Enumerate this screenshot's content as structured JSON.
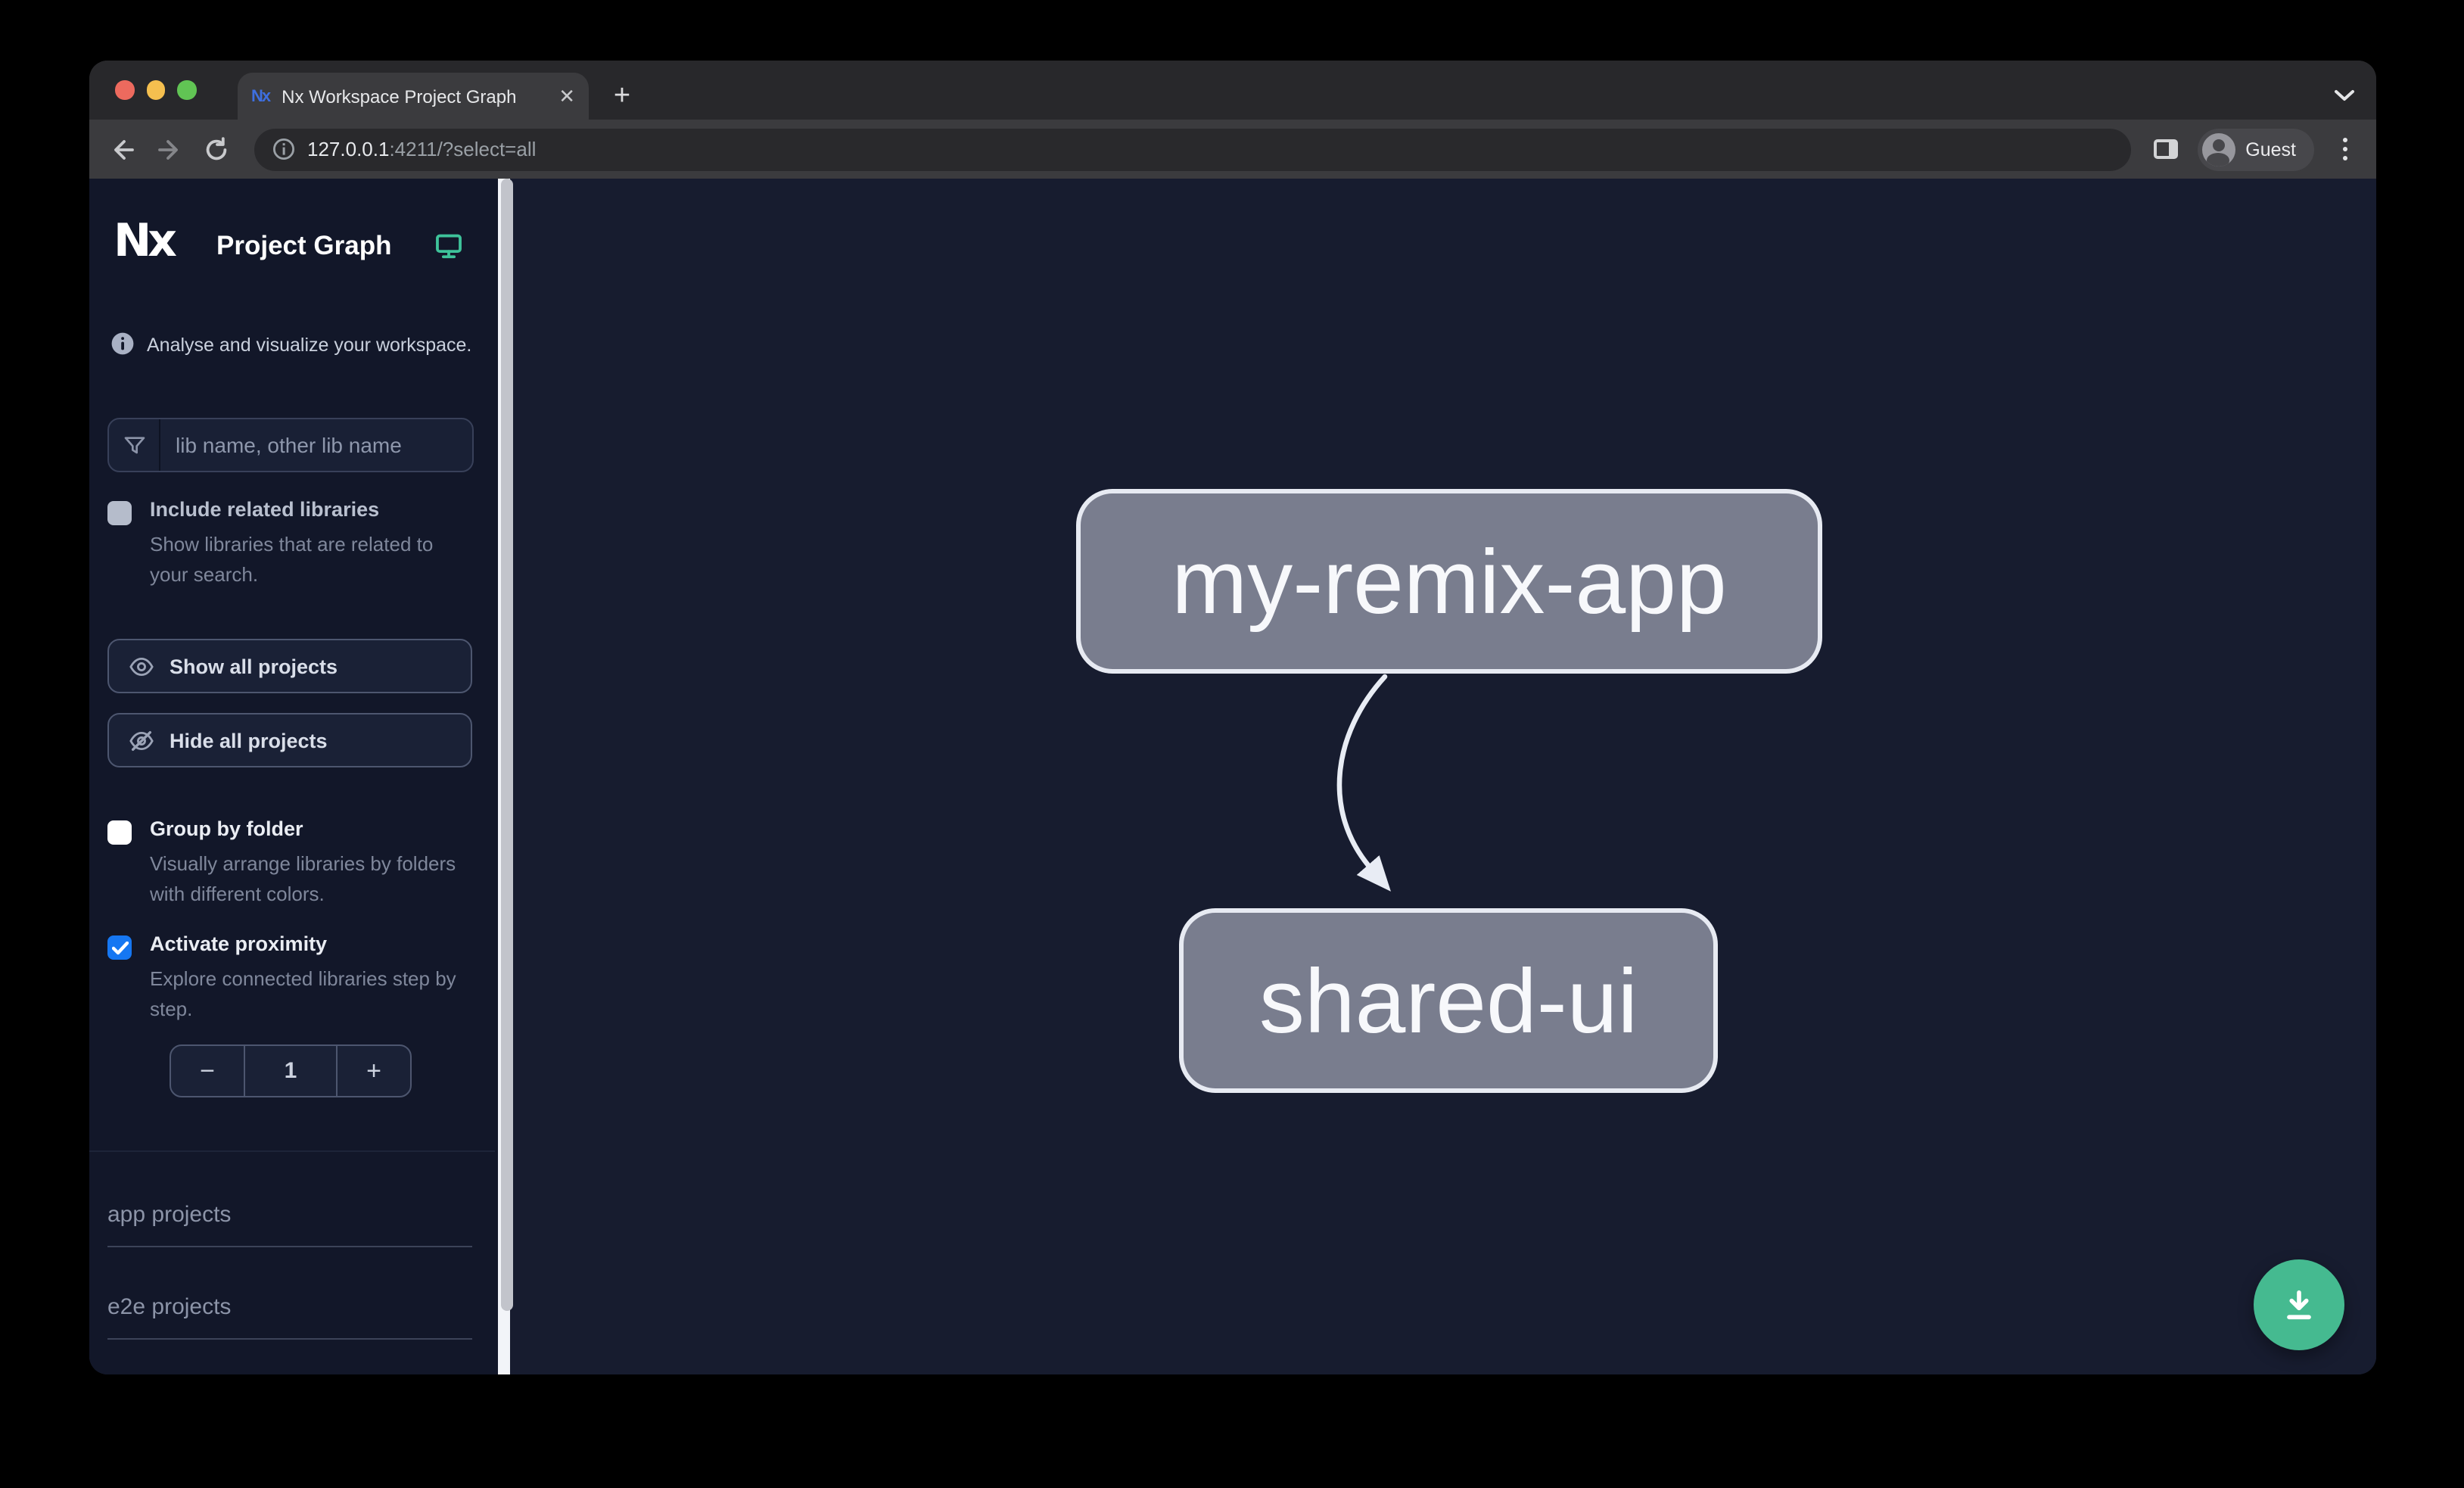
{
  "browser": {
    "tab_title": "Nx Workspace Project Graph",
    "favicon_text": "Nx",
    "url": {
      "host": "127.0.0.1",
      "suffix": ":4211/?select=all"
    },
    "profile_label": "Guest",
    "glyphs": {
      "close_tab": "✕",
      "new_tab": "+"
    }
  },
  "sidebar": {
    "app_title": "Project Graph",
    "logo_text": "Nx",
    "tagline": "Analyse and visualize your workspace.",
    "filter_placeholder": "lib name, other lib name",
    "include_related": {
      "label": "Include related libraries",
      "description": "Show libraries that are related to your search.",
      "checked": false
    },
    "show_all_label": "Show all projects",
    "hide_all_label": "Hide all projects",
    "group_by_folder": {
      "label": "Group by folder",
      "description": "Visually arrange libraries by folders with different colors.",
      "checked": false
    },
    "proximity": {
      "label": "Activate proximity",
      "description": "Explore connected libraries step by step.",
      "checked": true
    },
    "stepper": {
      "decrement": "−",
      "value": "1",
      "increment": "+"
    },
    "sections": [
      {
        "label": "app projects"
      },
      {
        "label": "e2e projects"
      }
    ]
  },
  "graph": {
    "nodes": [
      {
        "label": "my-remix-app"
      },
      {
        "label": "shared-ui"
      }
    ],
    "edges": [
      {
        "source": "my-remix-app",
        "target": "shared-ui"
      }
    ]
  },
  "colors": {
    "accent_teal": "#45ba90",
    "checkbox_blue": "#1677f2",
    "node_fill": "#797d8e",
    "sidebar_bg": "#121729",
    "canvas_bg": "#171c2f"
  }
}
